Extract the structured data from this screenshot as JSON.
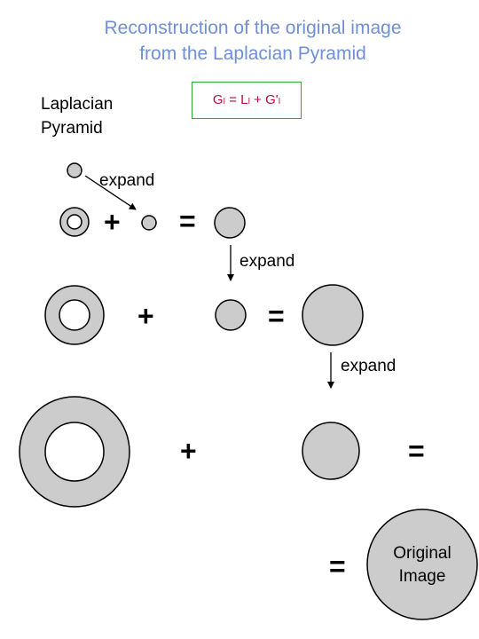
{
  "title": {
    "line1": "Reconstruction of the original image",
    "line2": "from the Laplacian Pyramid"
  },
  "pyramid_label": {
    "line1": "Laplacian",
    "line2": "Pyramid"
  },
  "formula": "Gₗ = Lₗ + G'ₗ",
  "expand_label": "expand",
  "operators": {
    "plus": "+",
    "equals": "="
  },
  "result_label": {
    "line1": "Original",
    "line2": "Image"
  },
  "colors": {
    "title": "#6f8fd6",
    "formula_text": "#b0103a",
    "formula_border": "#2aa82a",
    "circle_fill": "#cccccc",
    "stroke": "#000000"
  }
}
